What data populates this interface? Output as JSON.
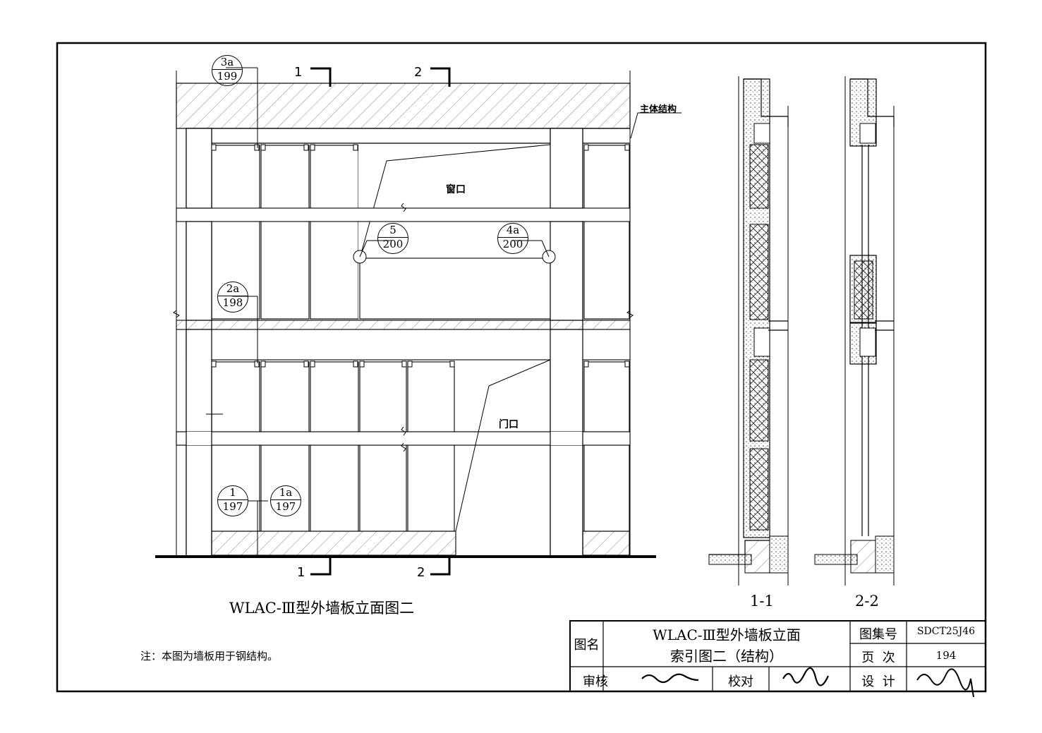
{
  "elevation": {
    "title": "WLAC-Ⅲ型外墙板立面图二",
    "labels": {
      "window": "窗口",
      "door": "门口",
      "main_structure": "主体结构"
    },
    "section_marks": {
      "s1": "1",
      "s2": "2"
    },
    "detail_callouts": [
      {
        "top": "3a",
        "bottom": "199"
      },
      {
        "top": "2a",
        "bottom": "198"
      },
      {
        "top": "5",
        "bottom": "200"
      },
      {
        "top": "4a",
        "bottom": "200"
      },
      {
        "top": "1",
        "bottom": "197"
      },
      {
        "top": "1a",
        "bottom": "197"
      }
    ]
  },
  "sections": {
    "s11": "1-1",
    "s22": "2-2"
  },
  "note": "注：本图为墙板用于钢结构。",
  "title_block": {
    "name_label": "图名",
    "name_value_line1": "WLAC-Ⅲ型外墙板立面",
    "name_value_line2": "索引图二（结构）",
    "atlas_label": "图集号",
    "atlas_value": "SDCT25J46",
    "page_label": "页  次",
    "page_value": "194",
    "review_label": "审核",
    "check_label": "校对",
    "design_label": "设  计"
  }
}
